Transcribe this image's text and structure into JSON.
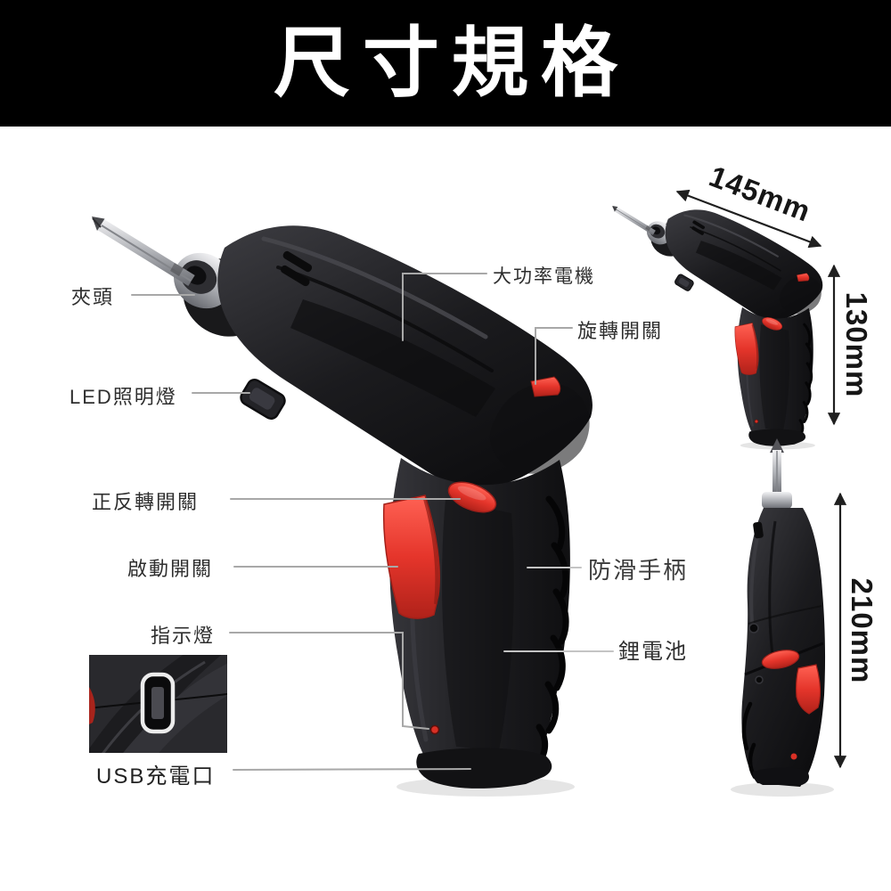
{
  "header": {
    "title": "尺寸規格"
  },
  "callouts": {
    "chuck": "夾頭",
    "motor": "大功率電機",
    "rotate_switch": "旋轉開關",
    "led": "LED照明燈",
    "fwd_rev_switch": "正反轉開關",
    "trigger": "啟動開關",
    "indicator": "指示燈",
    "usb_port": "USB充電口",
    "grip": "防滑手柄",
    "battery": "鋰電池"
  },
  "dimensions": {
    "length": "145mm",
    "folded_height": "130mm",
    "full_length": "210mm"
  },
  "colors": {
    "banner_bg": "#000000",
    "banner_text": "#ffffff",
    "accent_red": "#e5352b",
    "body_black": "#1b1b1e",
    "callout_line": "#a8a8a8",
    "dimension_line": "#1f1f1f"
  }
}
